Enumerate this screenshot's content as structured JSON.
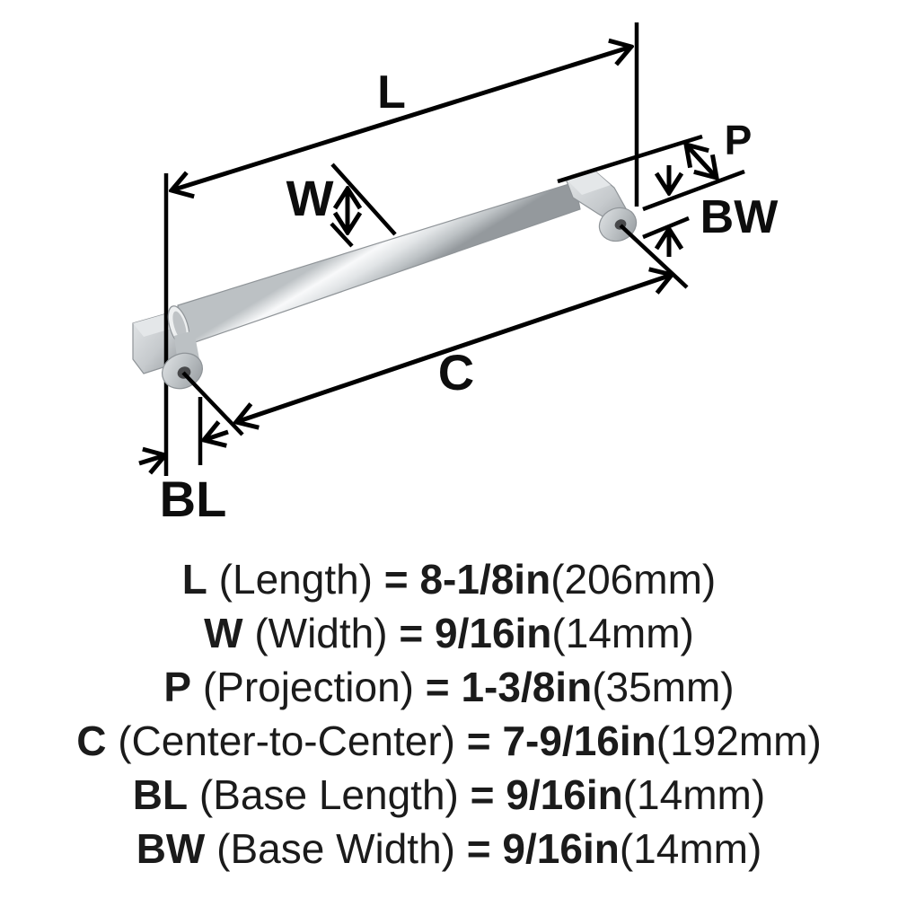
{
  "page": {
    "background": "#ffffff"
  },
  "diagram": {
    "labels": {
      "length": "L",
      "width": "W",
      "projection": "P",
      "base_width": "BW",
      "center_to_center": "C",
      "base_length": "BL"
    },
    "colors": {
      "line": "#000000",
      "metal_highlight": "#f8f9fa",
      "metal_light": "#e1e4e6",
      "metal_mid": "#bcc1c4",
      "metal_dark": "#94999d",
      "metal_edge": "#8f9498",
      "block_face": "#c6cacd",
      "block_top": "#e4e7e9",
      "endcap_ring": "#edeff0",
      "endcap_inner": "#bfc3c6",
      "hole": "#48494b"
    }
  },
  "specs": {
    "lines": [
      {
        "code": "L",
        "descriptor": "(Length)",
        "equals": "=",
        "value": "8-1/8in",
        "metric": "(206mm)"
      },
      {
        "code": "W",
        "descriptor": "(Width)",
        "equals": "=",
        "value": "9/16in",
        "metric": "(14mm)"
      },
      {
        "code": "P",
        "descriptor": "(Projection)",
        "equals": "=",
        "value": "1-3/8in",
        "metric": "(35mm)"
      },
      {
        "code": "C",
        "descriptor": "(Center-to-Center)",
        "equals": "=",
        "value": "7-9/16in",
        "metric": "(192mm)"
      },
      {
        "code": "BL",
        "descriptor": "(Base Length)",
        "equals": "=",
        "value": "9/16in",
        "metric": "(14mm)"
      },
      {
        "code": "BW",
        "descriptor": "(Base Width)",
        "equals": "=",
        "value": "9/16in",
        "metric": "(14mm)"
      }
    ]
  }
}
